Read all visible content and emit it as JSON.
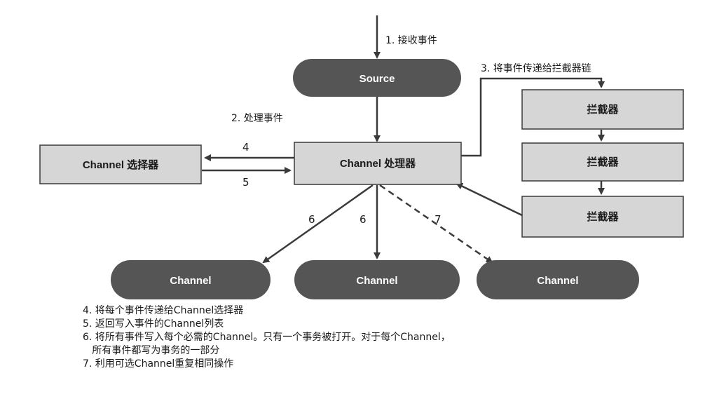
{
  "colors": {
    "dark_node": "#555555",
    "box_fill": "#d6d6d6",
    "box_stroke": "#3a3a3a",
    "arrow": "#3a3a3a"
  },
  "nodes": {
    "source": "Source",
    "channel_processor": "Channel 处理器",
    "channel_selector": "Channel 选择器",
    "interceptor_1": "拦截器",
    "interceptor_2": "拦截器",
    "interceptor_3": "拦截器",
    "channel_1": "Channel",
    "channel_2": "Channel",
    "channel_3": "Channel"
  },
  "edge_labels": {
    "step1": "1. 接收事件",
    "step2": "2. 处理事件",
    "step3": "3. 将事件传递给拦截器链",
    "step4": "4",
    "step5": "5",
    "step6a": "6",
    "step6b": "6",
    "step7": "7"
  },
  "notes": [
    "4. 将每个事件传递给Channel选择器",
    "5. 返回写入事件的Channel列表",
    "6. 将所有事件写入每个必需的Channel。只有一个事务被打开。对于每个Channel，",
    "   所有事件都写为事务的一部分",
    "7. 利用可选Channel重复相同操作"
  ]
}
